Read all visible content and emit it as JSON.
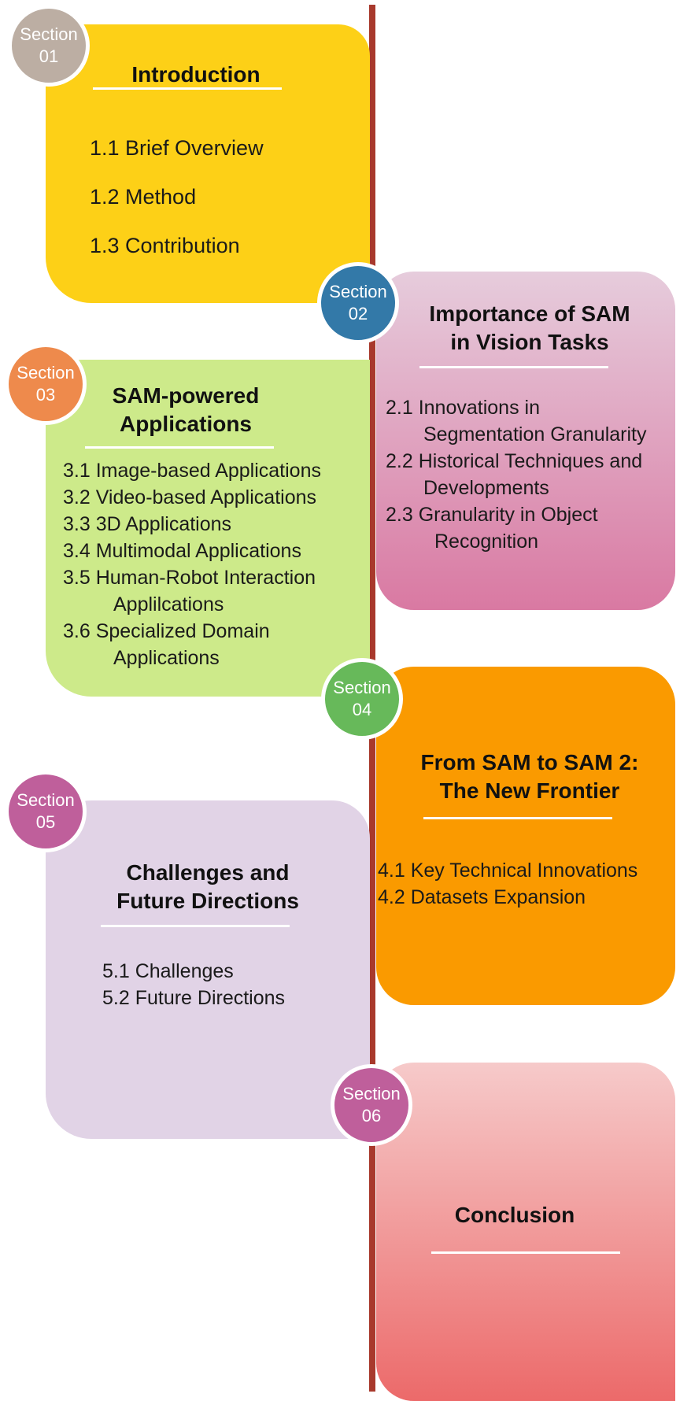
{
  "colors": {
    "timeline": "#a8392c",
    "card_1": "#fdd017",
    "card_2": [
      "#e6ccdc",
      "#d979a2"
    ],
    "card_3": "#cdea8a",
    "card_4": "#fa9a00",
    "card_5": "#e1d3e6",
    "card_6": [
      "#f6caca",
      "#ec6a6a"
    ]
  },
  "sections": [
    {
      "badge": [
        "Section",
        "01"
      ],
      "title": "Introduction",
      "items": [
        {
          "l1": "1.1  Brief Overview",
          "l2": ""
        },
        {
          "l1": "1.2  Method",
          "l2": ""
        },
        {
          "l1": "1.3  Contribution",
          "l2": ""
        }
      ]
    },
    {
      "badge": [
        "Section",
        "02"
      ],
      "title": "Importance of SAM\nin Vision Tasks",
      "items": [
        {
          "l1": "2.1 Innovations in",
          "l2": "Segmentation Granularity"
        },
        {
          "l1": "2.2 Historical Techniques and",
          "l2": "Developments"
        },
        {
          "l1": "2.3 Granularity in Object",
          "l2": "Recognition"
        }
      ]
    },
    {
      "badge": [
        "Section",
        "03"
      ],
      "title": "SAM-powered\nApplications",
      "items": [
        {
          "l1": "3.1  Image-based Applications",
          "l2": ""
        },
        {
          "l1": "3.2  Video-based Applications",
          "l2": ""
        },
        {
          "l1": "3.3  3D Applications",
          "l2": ""
        },
        {
          "l1": "3.4  Multimodal Applications",
          "l2": ""
        },
        {
          "l1": "3.5  Human-Robot Interaction",
          "l2": "Applilcations"
        },
        {
          "l1": "3.6 Specialized Domain",
          "l2": "Applications"
        }
      ]
    },
    {
      "badge": [
        "Section",
        "04"
      ],
      "title": "From SAM to SAM 2:\nThe New Frontier",
      "items": [
        {
          "l1": "4.1 Key Technical Innovations",
          "l2": ""
        },
        {
          "l1": "4.2 Datasets Expansion",
          "l2": ""
        }
      ]
    },
    {
      "badge": [
        "Section",
        "05"
      ],
      "title": "Challenges and\nFuture Directions",
      "items": [
        {
          "l1": "5.1 Challenges",
          "l2": ""
        },
        {
          "l1": "5.2 Future Directions",
          "l2": ""
        }
      ]
    },
    {
      "badge": [
        "Section",
        "06"
      ],
      "title": "Conclusion",
      "items": []
    }
  ]
}
